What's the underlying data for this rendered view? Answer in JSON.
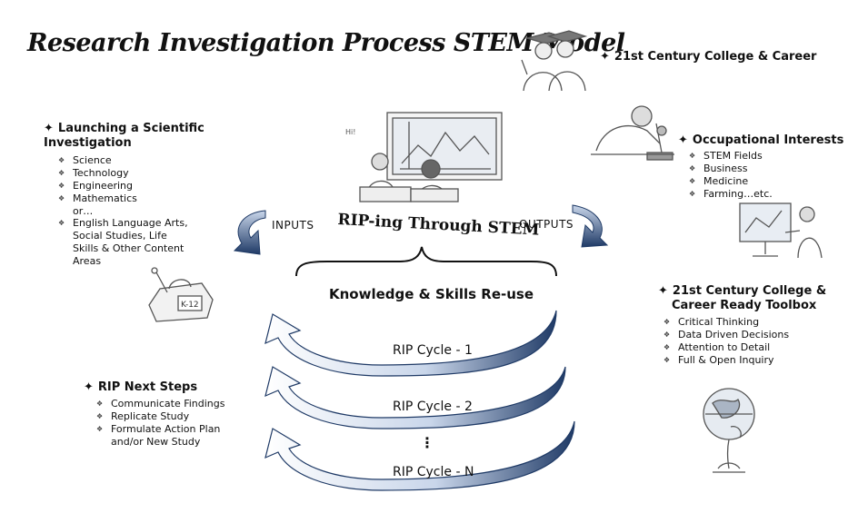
{
  "title": "Research Investigation Process STEM Model",
  "launching": {
    "heading": "Launching a Scientific Investigation",
    "stem_items": [
      "Science",
      "Technology",
      "Engineering",
      "Mathematics"
    ],
    "or_text": "or…",
    "other_item": "English Language Arts, Social Studies, Life Skills & Other Content Areas"
  },
  "college_career": {
    "heading": "21st Century College & Career"
  },
  "occupational": {
    "heading": "Occupational Interests",
    "items": [
      "STEM Fields",
      "Business",
      "Medicine",
      "Farming…etc."
    ]
  },
  "toolbox": {
    "heading": "21st Century College & Career Ready Toolbox",
    "items": [
      "Critical Thinking",
      "Data Driven Decisions",
      "Attention to Detail",
      "Full & Open Inquiry"
    ]
  },
  "next_steps": {
    "heading": "RIP Next Steps",
    "items": [
      "Communicate Findings",
      "Replicate Study",
      "Formulate Action Plan and/or New Study"
    ]
  },
  "center": {
    "inputs": "INPUTS",
    "outputs": "OUTPUTS",
    "rip_title": "RIP-ing Through STEM",
    "knowledge": "Knowledge & Skills Re-use",
    "cycles": [
      "RIP Cycle - 1",
      "RIP Cycle - 2",
      "RIP Cycle - N"
    ],
    "ellipsis": "⋮"
  },
  "sketch_text": {
    "kit": "K-12"
  },
  "colors": {
    "arrow_dark": "#1f3a66",
    "arrow_light": "#c9d6ea",
    "sketch": "#555555"
  },
  "icons": [
    "graduates-sketch",
    "scientist-microscope-sketch",
    "computer-user-sketch",
    "students-classroom-sketch",
    "toolbox-sketch",
    "globe-tree-sketch"
  ]
}
